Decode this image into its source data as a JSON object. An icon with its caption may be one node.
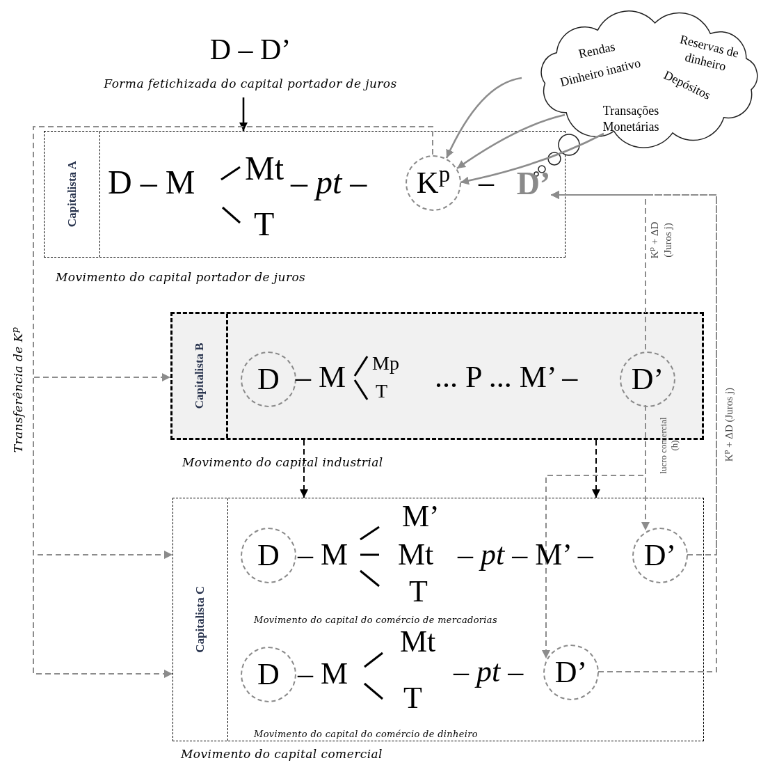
{
  "diagram": {
    "nodes": [
      {
        "text": [
          "D – D’",
          "Forma fetichizada do capital portador de juros"
        ]
      },
      {
        "text": [
          "Capitalista A"
        ],
        "beside": [
          "Movimento do capital portador de juros"
        ]
      },
      {
        "text": [
          "K$^{p}$"
        ],
        "in": 1
      },
      {
        "text": [
          "D’"
        ],
        "in": 1
      },
      {
        "text": [
          "Rendas",
          "Reservas de dinheiro",
          "Dinheiro inativo",
          "Depósitos",
          "Transações Monetárias"
        ]
      },
      {
        "text": [
          "Capitalista B"
        ],
        "beside": [
          "Movimento do capital industrial"
        ]
      },
      {
        "text": [
          "D"
        ],
        "in": 5
      },
      {
        "text": [
          "D’"
        ],
        "in": 5
      },
      {
        "text": [
          "Capitalista C"
        ],
        "beside": [
          "Movimento do capital comercial"
        ]
      },
      {
        "text": [
          "D"
        ],
        "in": 8
      },
      {
        "text": [
          "D’"
        ],
        "in": 8
      },
      {
        "text": [
          "D"
        ],
        "in": 8
      },
      {
        "text": [
          "D’"
        ],
        "in": 8
      }
    ],
    "edges": [
      {
        "from": 0,
        "to": 1,
        "arrow": "to",
        "color": "#000000"
      },
      {
        "from": 4,
        "to": 2,
        "arrow": "to"
      },
      {
        "from": 4,
        "to": 2,
        "arrow": "to"
      },
      {
        "from": 4,
        "to": 2,
        "arrow": "to"
      },
      {
        "from": 7,
        "to": 3,
        "arrow": "to",
        "label": "K$^{p}$ + ΔD (Juros j)",
        "style": "dashed"
      },
      {
        "from": 10,
        "to": 3,
        "arrow": "to",
        "style": "dashed"
      },
      {
        "from": 12,
        "to": 3,
        "arrow": "to",
        "label": "K$^{p}$ + ΔD (Juros j)",
        "style": "dashed"
      },
      {
        "from": 7,
        "to": 10,
        "arrow": "to",
        "label": "lucro comercial (h)",
        "style": "dashed"
      },
      {
        "from": 7,
        "to": 12,
        "arrow": "to",
        "style": "dashed"
      },
      {
        "from": 5,
        "to": 8,
        "arrow": "to",
        "style": "dashed",
        "color": "#000000"
      },
      {
        "from": 5,
        "to": 8,
        "arrow": "to",
        "style": "dashed",
        "color": "#000000"
      },
      {
        "from": 2,
        "to": 5,
        "arrow": "to",
        "style": "dashed"
      },
      {
        "from": 2,
        "to": 8,
        "arrow": "to",
        "style": "dashed"
      },
      {
        "from": 2,
        "to": 8,
        "arrow": "to",
        "style": "dashed"
      }
    ],
    "labels": [
      "D – M",
      "Mt",
      "T",
      "– *pt* –",
      "–",
      "– M",
      "Mp",
      "T",
      "... P ... M’ –",
      "– M",
      "M’",
      "Mt",
      "T",
      "– *pt* – M’ –",
      "Movimento do capital do comércio de mercadorias",
      "– M",
      "Mt",
      "T",
      "– *pt* –",
      "Movimento do capital do comércio de dinheiro",
      "Transferência de K$^{p}$"
    ]
  }
}
